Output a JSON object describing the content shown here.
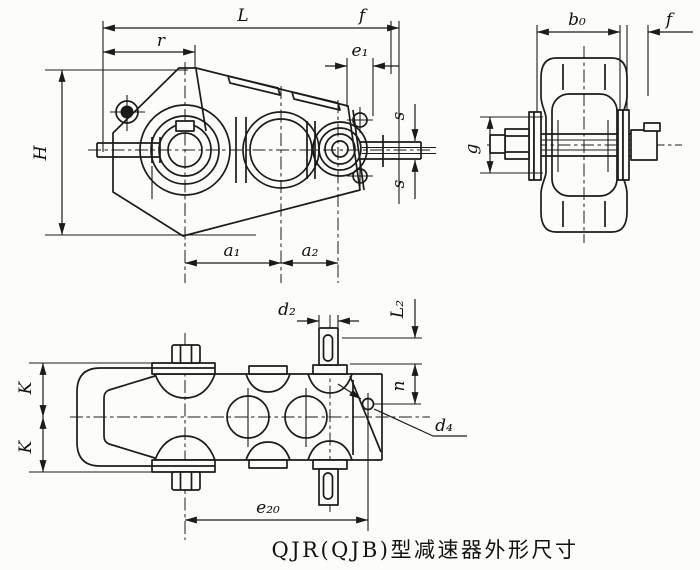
{
  "caption": "QJR(QJB)型减速器外形尺寸",
  "colors": {
    "ink": "#1b1b1b",
    "paper": "#fcfcf9"
  },
  "front_view": {
    "labels": {
      "L": "L",
      "f": "f",
      "r": "r",
      "e1": "e₁",
      "H": "H",
      "s_top": "s",
      "s_bottom": "s",
      "a1": "a₁",
      "a2": "a₂"
    }
  },
  "end_view": {
    "labels": {
      "b0": "b₀",
      "f": "f",
      "g": "g"
    }
  },
  "top_view": {
    "labels": {
      "d2": "d₂",
      "L2": "L₂",
      "K_upper": "K",
      "K_lower": "K",
      "n": "n",
      "d4": "d₄",
      "e20": "e₂₀"
    }
  }
}
